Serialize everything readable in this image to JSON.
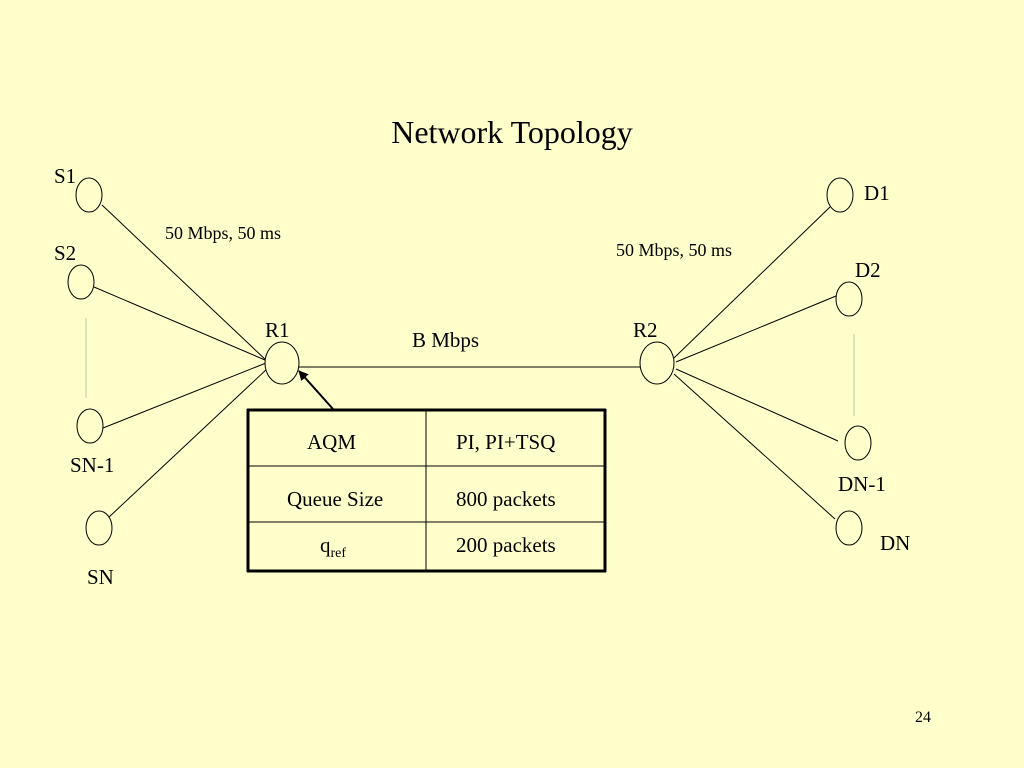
{
  "title": "Network Topology",
  "nodes": {
    "s1": "S1",
    "s2": "S2",
    "sn1": "SN-1",
    "sn": "SN",
    "r1": "R1",
    "r2": "R2",
    "d1": "D1",
    "d2": "D2",
    "dn1": "DN-1",
    "dn": "DN"
  },
  "links": {
    "left": "50 Mbps, 50 ms",
    "right": "50 Mbps, 50 ms",
    "bottleneck": "B Mbps"
  },
  "table": {
    "rows": [
      {
        "param": "AQM",
        "value": "PI, PI+TSQ"
      },
      {
        "param": "Queue Size",
        "value": "800 packets"
      },
      {
        "param": "q",
        "param_sub": "ref",
        "value": "200 packets"
      }
    ]
  },
  "page_number": "24"
}
